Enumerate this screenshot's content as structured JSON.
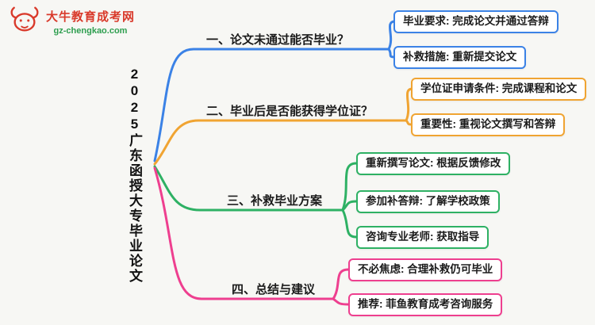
{
  "logo": {
    "title": "大牛教育成考网",
    "subtitle": "gz-chengkao.com"
  },
  "root": {
    "label": "2025广东函授大专毕业论文"
  },
  "colors": {
    "branch1": "#3b82e6",
    "branch2": "#f0a432",
    "branch3": "#2eb164",
    "bran4": "#ee3f8f"
  },
  "branches": [
    {
      "label": "一、论文未通过能否毕业？",
      "color": "#3b82e6",
      "leaves": [
        "毕业要求: 完成论文并通过答辩",
        "补救措施: 重新提交论文"
      ]
    },
    {
      "label": "二、毕业后是否能获得学位证？",
      "color": "#f0a432",
      "leaves": [
        "学位证申请条件: 完成课程和论文",
        "重要性: 重视论文撰写和答辩"
      ]
    },
    {
      "label": "三、补救毕业方案",
      "color": "#2eb164",
      "leaves": [
        "重新撰写论文: 根据反馈修改",
        "参加补答辩: 了解学校政策",
        "咨询专业老师: 获取指导"
      ]
    },
    {
      "label": "四、总结与建议",
      "color": "#ee3f8f",
      "leaves": [
        "不必焦虑: 合理补救仍可毕业",
        "推荐: 菲鱼教育成考咨询服务"
      ]
    }
  ]
}
